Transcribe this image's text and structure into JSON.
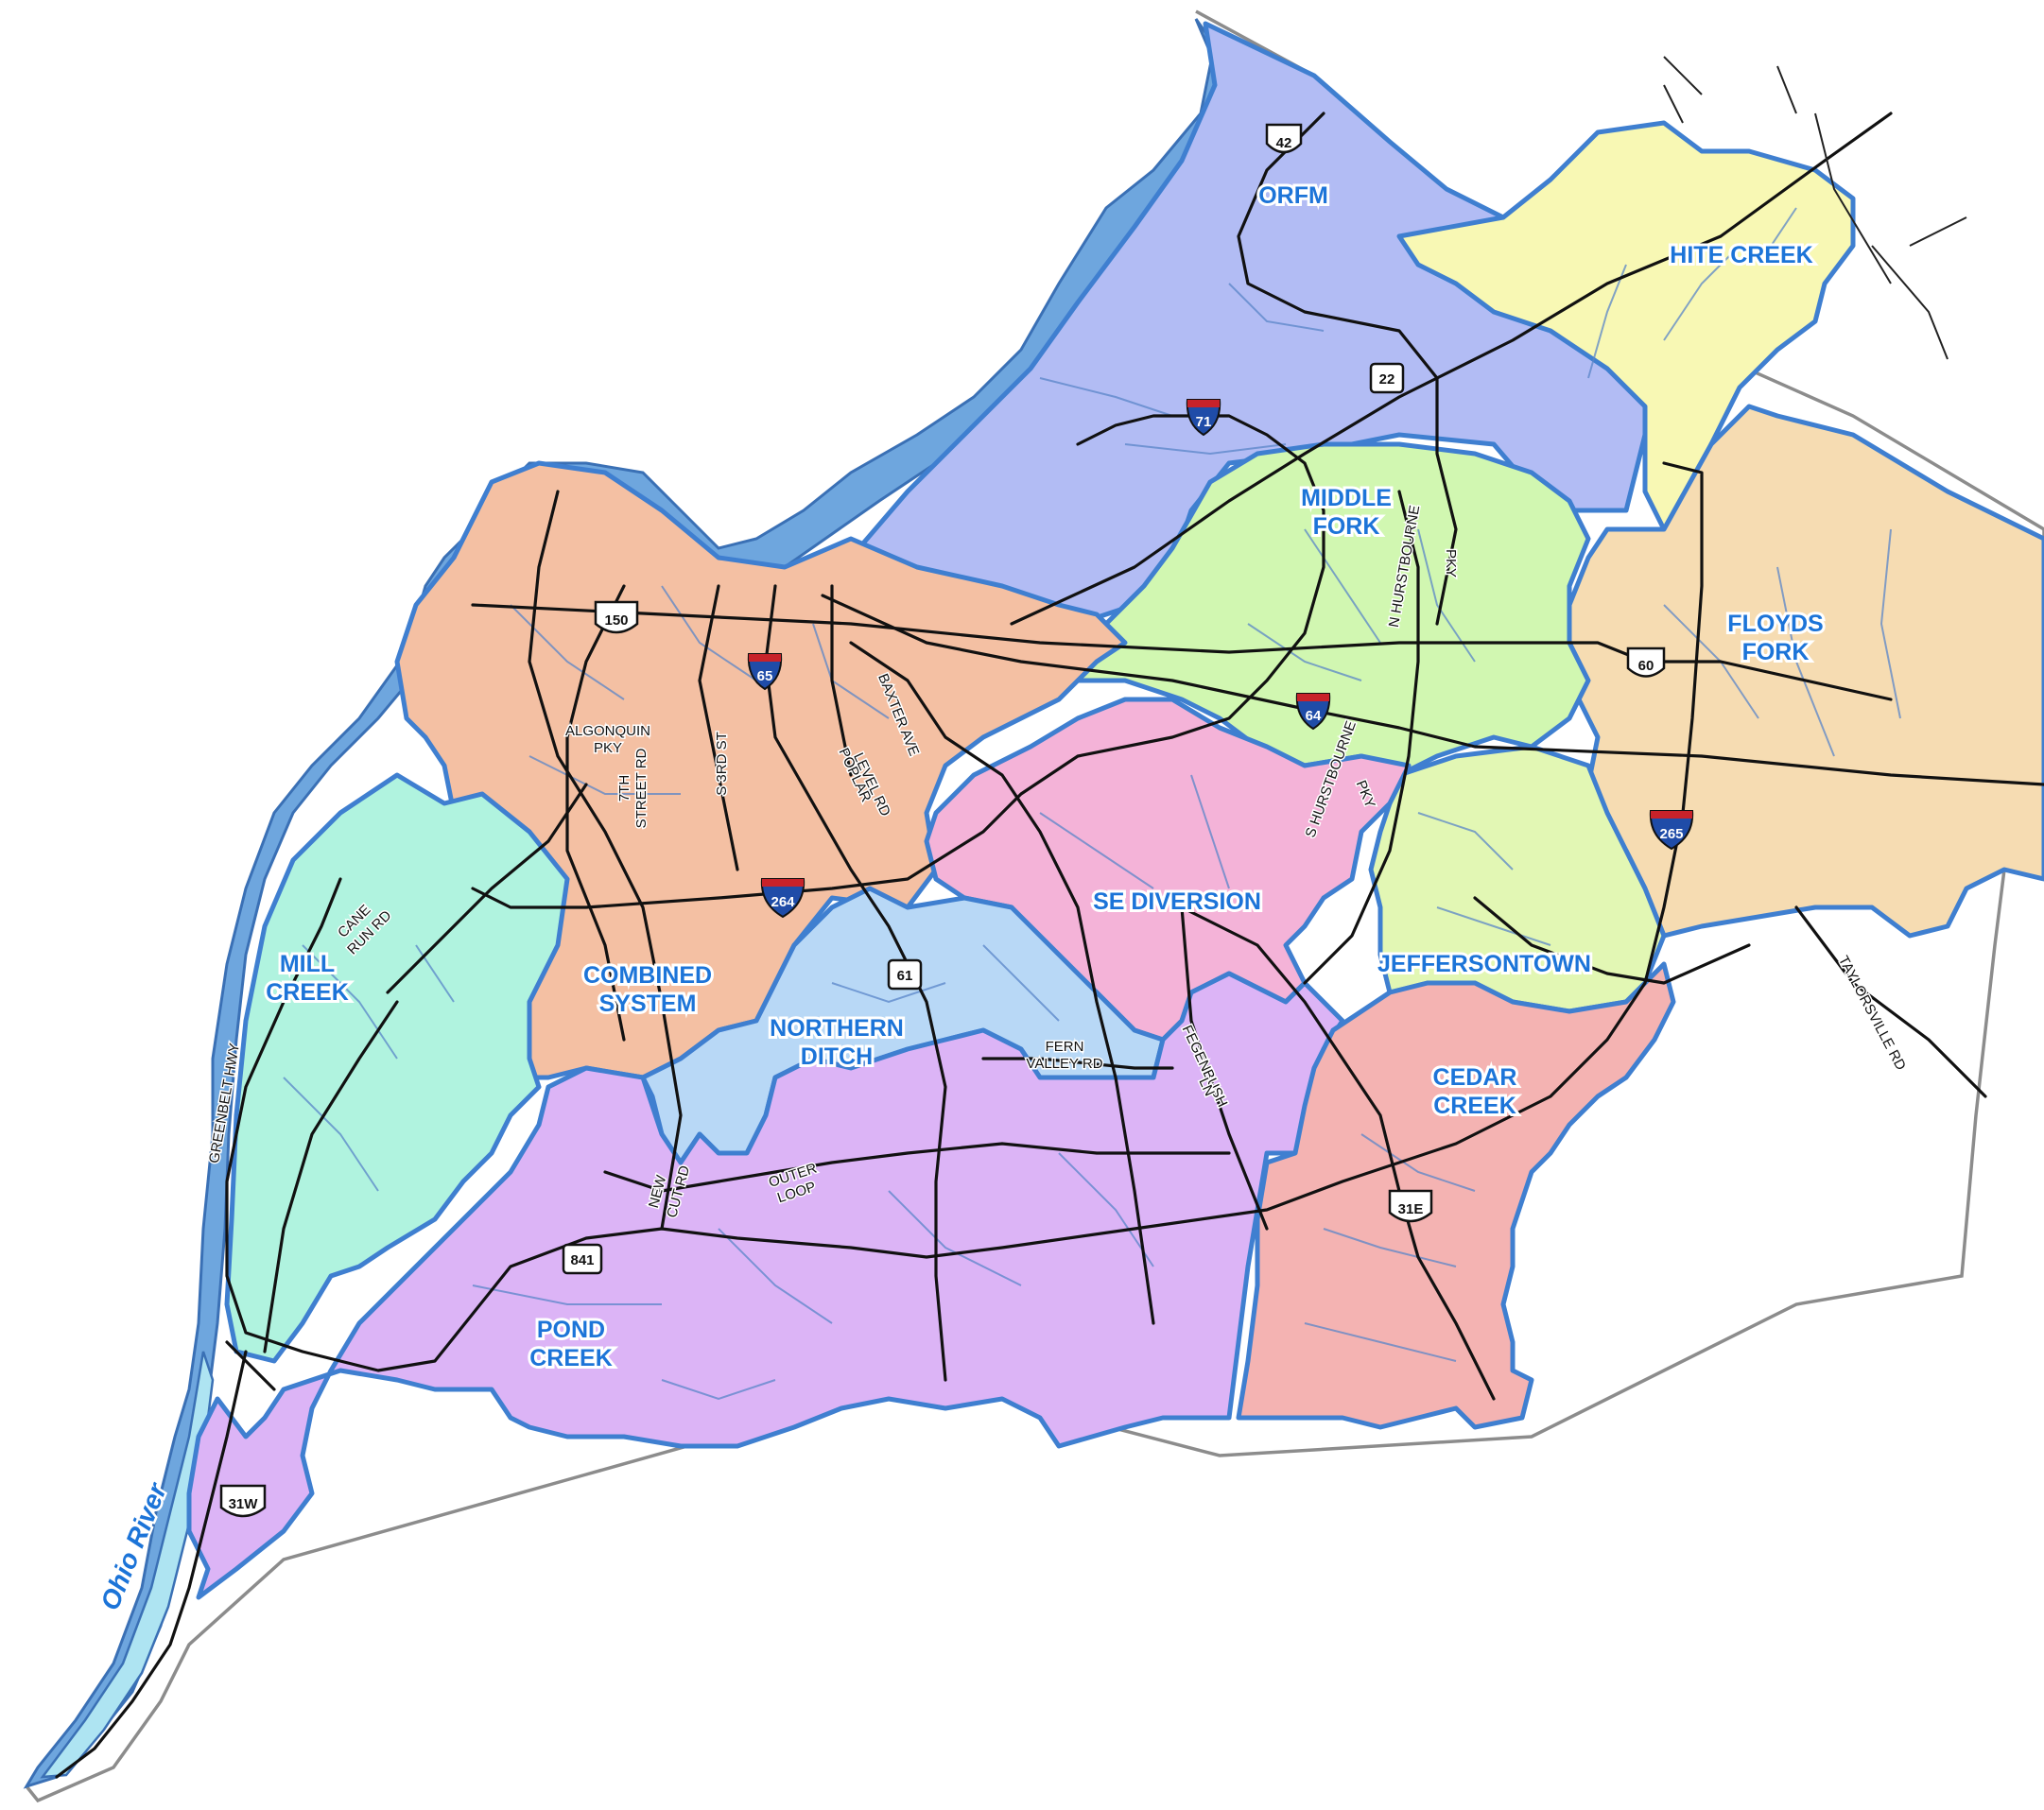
{
  "map": {
    "colors": {
      "orfm": "#b2bcf4",
      "hite_creek": "#f8f8b4",
      "floyds_fork": "#f6dcb2",
      "middle_fork": "#d1f7b1",
      "jeffersontown": "#e2f7b4",
      "combined_system": "#f4c0a3",
      "mill_creek": "#b0f3df",
      "se_diversion": "#f4b3d8",
      "northern_ditch": "#b8d8f6",
      "pond_creek": "#dcb4f6",
      "cedar_creek": "#f4b3b2",
      "region_outline": "#3f7fd0",
      "label_blue": "#1c74d8",
      "river": "#6ea6de"
    },
    "regions": [
      {
        "id": "orfm",
        "label": "ORFM"
      },
      {
        "id": "hite_creek",
        "label": "HITE CREEK"
      },
      {
        "id": "middle_fork",
        "label_lines": [
          "MIDDLE",
          "FORK"
        ]
      },
      {
        "id": "floyds_fork",
        "label_lines": [
          "FLOYDS",
          "FORK"
        ]
      },
      {
        "id": "combined_system",
        "label_lines": [
          "COMBINED",
          "SYSTEM"
        ]
      },
      {
        "id": "mill_creek",
        "label_lines": [
          "MILL",
          "CREEK"
        ]
      },
      {
        "id": "se_diversion",
        "label": "SE DIVERSION"
      },
      {
        "id": "jeffersontown",
        "label": "JEFFERSONTOWN"
      },
      {
        "id": "northern_ditch",
        "label_lines": [
          "NORTHERN",
          "DITCH"
        ]
      },
      {
        "id": "cedar_creek",
        "label_lines": [
          "CEDAR",
          "CREEK"
        ]
      },
      {
        "id": "pond_creek",
        "label_lines": [
          "POND",
          "CREEK"
        ]
      }
    ],
    "river_label": "Ohio River",
    "road_labels": {
      "algonquin": [
        "ALGONQUIN",
        "PKY"
      ],
      "seventh_street": [
        "7TH",
        "STREET RD"
      ],
      "third_st": "S 3RD ST",
      "baxter": "BAXTER AVE",
      "poplar_level": [
        "POPLAR",
        "LEVEL RD"
      ],
      "cane_run": [
        "CANE",
        "RUN RD"
      ],
      "greenbelt": "GREENBELT HWY",
      "n_hurstbourne": [
        "N HURSTBOURNE",
        "PKY"
      ],
      "s_hurstbourne": [
        "S HURSTBOURNE",
        "PKY"
      ],
      "fern_valley": [
        "FERN",
        "VALLEY RD"
      ],
      "fegenbush": [
        "FEGENBUSH",
        "LN"
      ],
      "new_cut": [
        "NEW",
        "CUT RD"
      ],
      "outer_loop": [
        "OUTER",
        "LOOP"
      ],
      "taylorsville": "TAYLORSVILLE RD"
    },
    "shields": {
      "us42": "42",
      "i71": "71",
      "ky22": "22",
      "us150": "150",
      "i65": "65",
      "us60": "60",
      "i64": "64",
      "i265": "265",
      "i264": "264",
      "ky61": "61",
      "us31e": "31E",
      "ky841": "841",
      "us31w": "31W"
    }
  }
}
